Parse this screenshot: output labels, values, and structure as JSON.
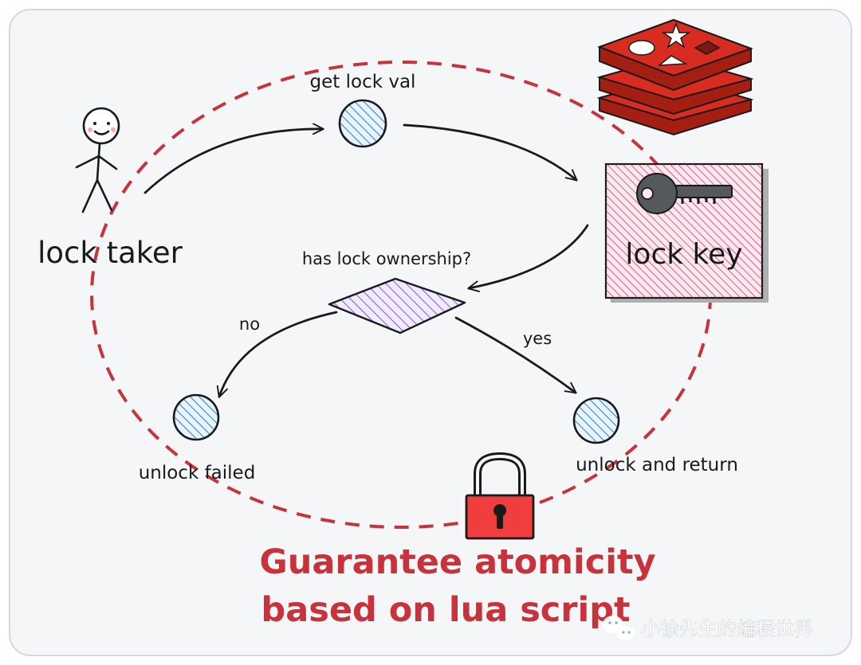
{
  "diagram": {
    "actor_label": "lock taker",
    "node_get": "get lock val",
    "decision_label": "has lock ownership?",
    "branch_no": "no",
    "branch_yes": "yes",
    "node_fail": "unlock failed",
    "node_success": "unlock and return",
    "store_label": "lock key",
    "caption_line1": "Guarantee atomicity",
    "caption_line2": "based on lua script"
  },
  "watermark": {
    "text": "小徐先生的编程世界"
  },
  "colors": {
    "canvas_bg": "#f4f6f8",
    "ink": "#1a1a1a",
    "dashed_circle": "#c8323a",
    "node_fill": "#a5d8ff",
    "node_hatch": "#1c7ed6",
    "decision_fill": "#d0bfff",
    "decision_hatch": "#7048e8",
    "lock_key_fill": "#fcc2d7",
    "lock_key_hatch": "#c2255c",
    "redis_red": "#d82c20",
    "padlock_red": "#f03e3e"
  }
}
